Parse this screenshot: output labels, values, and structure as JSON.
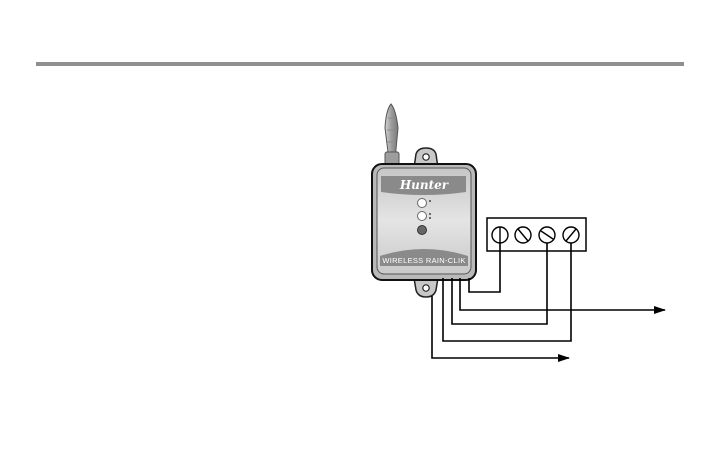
{
  "device": {
    "brand": "Hunter",
    "label": "WIRELESS RAIN-CLIK"
  },
  "terminal_block": {
    "terminal_count": 4
  },
  "colors": {
    "rule": "#8f8f8f",
    "housing": "#dcdcdc",
    "housing_dark": "#8a8a8a",
    "wire": "#000000",
    "antenna": "#a7a7a7"
  }
}
